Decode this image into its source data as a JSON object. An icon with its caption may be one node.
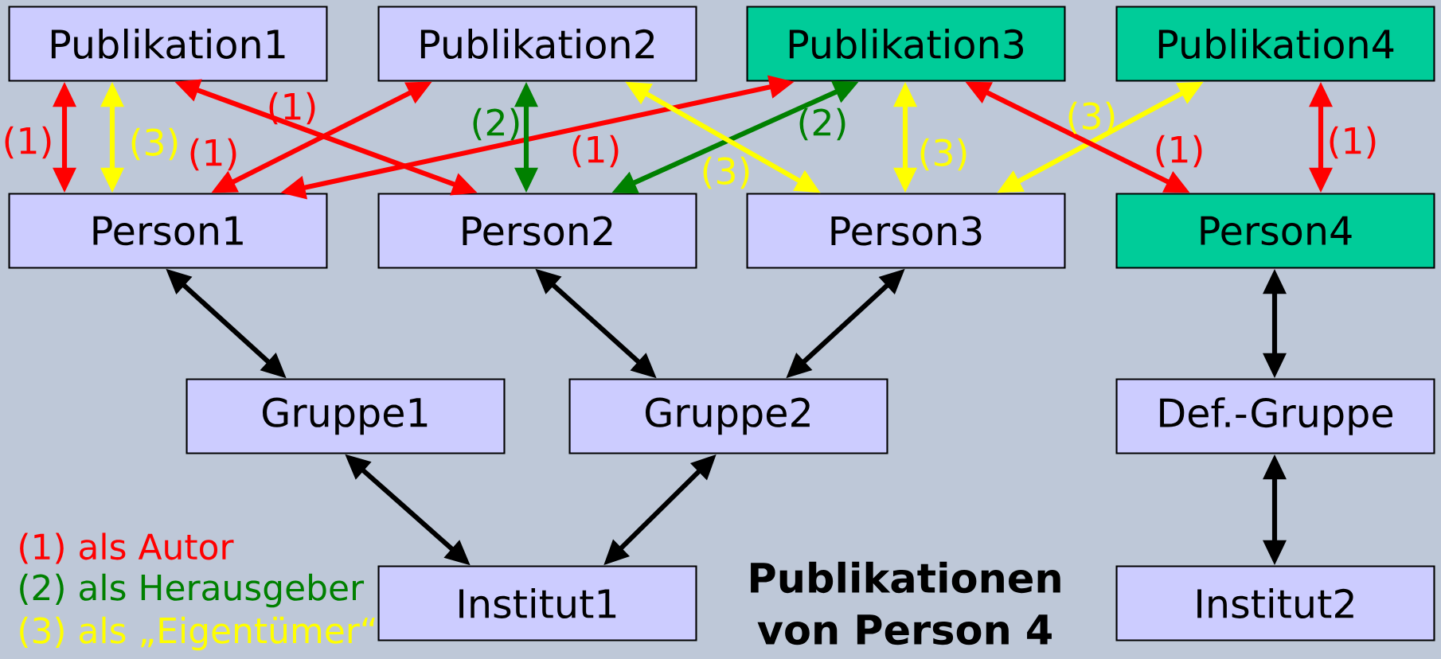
{
  "diagram": {
    "caption": "Publikationen von Person 4",
    "nodes": [
      {
        "text": [
          "Publikation1"
        ]
      },
      {
        "text": [
          "Publikation2"
        ]
      },
      {
        "text": [
          "Publikation3"
        ]
      },
      {
        "text": [
          "Publikation4"
        ]
      },
      {
        "text": [
          "Person1"
        ]
      },
      {
        "text": [
          "Person2"
        ]
      },
      {
        "text": [
          "Person3"
        ]
      },
      {
        "text": [
          "Person4"
        ]
      },
      {
        "text": [
          "Gruppe1"
        ]
      },
      {
        "text": [
          "Gruppe2"
        ]
      },
      {
        "text": [
          "Def.-Gruppe"
        ]
      },
      {
        "text": [
          "Institut1"
        ]
      },
      {
        "text": [
          "Institut2"
        ]
      }
    ],
    "edges": [
      {
        "from": 0,
        "to": 4,
        "arrow": "both",
        "label": "(1)",
        "color": "#ff0000"
      },
      {
        "from": 0,
        "to": 4,
        "arrow": "both",
        "label": "(3)",
        "color": "#ffff00"
      },
      {
        "from": 0,
        "to": 5,
        "arrow": "both",
        "label": "(1)",
        "color": "#ff0000"
      },
      {
        "from": 4,
        "to": 1,
        "arrow": "both",
        "label": "(1)",
        "color": "#ff0000"
      },
      {
        "from": 4,
        "to": 2,
        "arrow": "both",
        "label": "(1)",
        "color": "#ff0000"
      },
      {
        "from": 1,
        "to": 5,
        "arrow": "both",
        "label": "(2)",
        "color": "#008000"
      },
      {
        "from": 5,
        "to": 2,
        "arrow": "both",
        "label": "(2)",
        "color": "#008000"
      },
      {
        "from": 1,
        "to": 6,
        "arrow": "both",
        "label": "(3)",
        "color": "#ffff00"
      },
      {
        "from": 2,
        "to": 6,
        "arrow": "both",
        "label": "(3)",
        "color": "#ffff00"
      },
      {
        "from": 6,
        "to": 3,
        "arrow": "both",
        "label": "(3)",
        "color": "#ffff00"
      },
      {
        "from": 2,
        "to": 7,
        "arrow": "both",
        "label": "(1)",
        "color": "#ff0000"
      },
      {
        "from": 3,
        "to": 7,
        "arrow": "both",
        "label": "(1)",
        "color": "#ff0000"
      },
      {
        "from": 4,
        "to": 8,
        "arrow": "both"
      },
      {
        "from": 5,
        "to": 9,
        "arrow": "both"
      },
      {
        "from": 6,
        "to": 9,
        "arrow": "both"
      },
      {
        "from": 8,
        "to": 11,
        "arrow": "both"
      },
      {
        "from": 9,
        "to": 11,
        "arrow": "both"
      },
      {
        "from": 7,
        "to": 10,
        "arrow": "both"
      },
      {
        "from": 10,
        "to": 12,
        "arrow": "both"
      }
    ],
    "legend": [
      {
        "text": "(1) als Autor",
        "color": "#ff0000"
      },
      {
        "text": "(2) als Herausgeber",
        "color": "#008000"
      },
      {
        "text": "(3) als „Eigentümer“",
        "color": "#ffff00"
      }
    ]
  }
}
